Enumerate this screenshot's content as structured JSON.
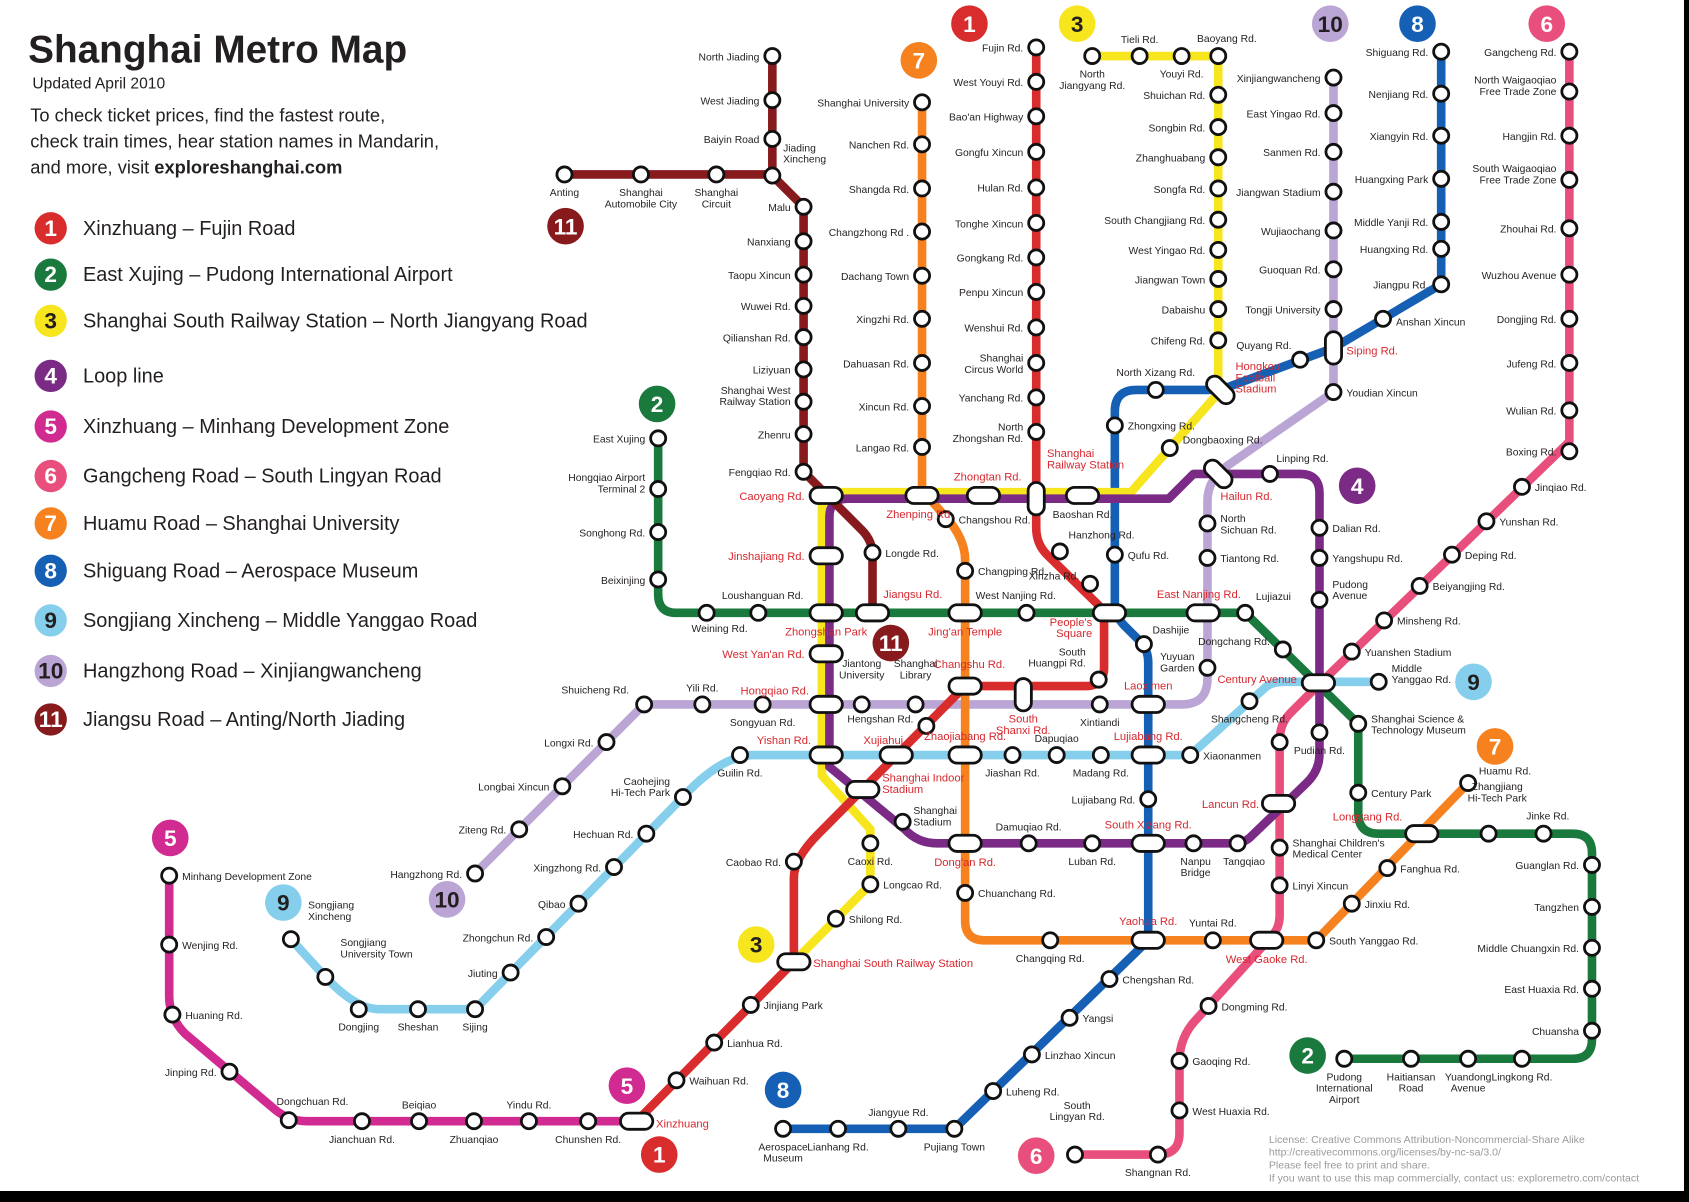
{
  "header": {
    "title": "Shanghai Metro Map",
    "updated": "Updated April 2010",
    "intro": [
      "To check ticket prices, find the fastest route,",
      "check train times, hear station names in Mandarin,",
      "and more, visit "
    ],
    "site": "exploreshanghai.com"
  },
  "colors": {
    "l1": "#d92d2d",
    "l2": "#1a7a3e",
    "l3": "#f7e51e",
    "l4": "#7b2b86",
    "l5": "#d12a91",
    "l6": "#e94f7c",
    "l7": "#f5821f",
    "l8": "#1560b5",
    "l9": "#86cfec",
    "l10": "#bba5d5",
    "l11": "#861a1c"
  },
  "legend": [
    {
      "num": "1",
      "label": "Xinzhuang – Fujin Road",
      "color": "#d92d2d",
      "text_color": "#ffffff"
    },
    {
      "num": "2",
      "label": "East Xujing – Pudong International Airport",
      "color": "#1a7a3e",
      "text_color": "#ffffff"
    },
    {
      "num": "3",
      "label": "Shanghai South Railway Station – North Jiangyang Road",
      "color": "#f7e51e",
      "text_color": "#231f20"
    },
    {
      "num": "4",
      "label": "Loop line",
      "color": "#7b2b86",
      "text_color": "#ffffff"
    },
    {
      "num": "5",
      "label": "Xinzhuang – Minhang Development Zone",
      "color": "#d12a91",
      "text_color": "#ffffff"
    },
    {
      "num": "6",
      "label": "Gangcheng Road – South Lingyan Road",
      "color": "#e94f7c",
      "text_color": "#ffffff"
    },
    {
      "num": "7",
      "label": "Huamu Road – Shanghai University",
      "color": "#f5821f",
      "text_color": "#ffffff"
    },
    {
      "num": "8",
      "label": "Shiguang Road – Aerospace Museum",
      "color": "#1560b5",
      "text_color": "#ffffff"
    },
    {
      "num": "9",
      "label": "Songjiang Xincheng – Middle Yanggao Road",
      "color": "#86cfec",
      "text_color": "#231f20"
    },
    {
      "num": "10",
      "label": "Hangzhong Road – Xinjiangwancheng",
      "color": "#bba5d5",
      "text_color": "#231f20"
    },
    {
      "num": "11",
      "label": "Jiangsu Road – Anting/North Jiading",
      "color": "#861a1c",
      "text_color": "#ffffff"
    }
  ],
  "badges": [
    {
      "num": "1",
      "color": "#d92d2d",
      "text_color": "#ffffff"
    },
    {
      "num": "3",
      "color": "#f7e51e",
      "text_color": "#231f20"
    },
    {
      "num": "10",
      "color": "#bba5d5",
      "text_color": "#231f20"
    },
    {
      "num": "8",
      "color": "#1560b5",
      "text_color": "#ffffff"
    },
    {
      "num": "6",
      "color": "#e94f7c",
      "text_color": "#ffffff"
    },
    {
      "num": "7",
      "color": "#f5821f",
      "text_color": "#ffffff"
    },
    {
      "num": "11",
      "color": "#861a1c",
      "text_color": "#ffffff"
    },
    {
      "num": "2",
      "color": "#1a7a3e",
      "text_color": "#ffffff"
    },
    {
      "num": "11",
      "color": "#861a1c",
      "text_color": "#ffffff"
    },
    {
      "num": "4",
      "color": "#7b2b86",
      "text_color": "#ffffff"
    },
    {
      "num": "9",
      "color": "#86cfec",
      "text_color": "#231f20"
    },
    {
      "num": "7",
      "color": "#f5821f",
      "text_color": "#ffffff"
    },
    {
      "num": "10",
      "color": "#bba5d5",
      "text_color": "#231f20"
    },
    {
      "num": "9",
      "color": "#86cfec",
      "text_color": "#231f20"
    },
    {
      "num": "5",
      "color": "#d12a91",
      "text_color": "#ffffff"
    },
    {
      "num": "3",
      "color": "#f7e51e",
      "text_color": "#231f20"
    },
    {
      "num": "5",
      "color": "#d12a91",
      "text_color": "#ffffff"
    },
    {
      "num": "1",
      "color": "#d92d2d",
      "text_color": "#ffffff"
    },
    {
      "num": "8",
      "color": "#1560b5",
      "text_color": "#ffffff"
    },
    {
      "num": "2",
      "color": "#1a7a3e",
      "text_color": "#ffffff"
    },
    {
      "num": "6",
      "color": "#e94f7c",
      "text_color": "#ffffff"
    }
  ],
  "stations": {
    "l1": [
      "Fujin Rd.",
      "West Youyi Rd.",
      "Bao'an Highway",
      "Gongfu Xincun",
      "Hulan Rd.",
      "Tonghe Xincun",
      "Gongkang Rd.",
      "Penpu Xincun",
      "Wenshui Rd.",
      "Shanghai\nCircus World",
      "Yanchang Rd.",
      "North\nZhongshan Rd.",
      "Hanzhong Rd.",
      "Xinzha Rd.",
      "South\nHuangpi Rd.",
      "Hengshan Rd.",
      "Caobao Rd.",
      "Jinjiang Park",
      "Lianhua Rd.",
      "Waihuan Rd."
    ],
    "l2": [
      "East Xujing",
      "Hongqiao Airport\nTerminal 2",
      "Songhong Rd.",
      "Beixinjing",
      "Weining Rd.",
      "Loushanguan Rd.",
      "West Nanjing Rd.",
      "Lujiazui",
      "Dongchang Rd.",
      "Shanghai Science &\nTechnology Museum",
      "Century Park",
      "Zhangjiang\nHi-Tech Park",
      "Jinke Rd.",
      "Guanglan Rd.",
      "Tangzhen",
      "Middle Chuangxin Rd.",
      "East Huaxia Rd.",
      "Chuansha",
      "Lingkong Rd.",
      "Yuandong\nAvenue",
      "Haitiansan\nRoad",
      "Pudong\nInternational\nAirport"
    ],
    "l3": [
      "North\nJiangyang Rd.",
      "Tieli Rd.",
      "Youyi Rd.",
      "Baoyang Rd.",
      "Shuichan Rd.",
      "Songbin Rd.",
      "Zhanghuabang",
      "Songfa Rd.",
      "South Changjiang Rd.",
      "West Yingao Rd.",
      "Jiangwan Town",
      "Dabaishu",
      "Chifeng Rd.",
      "Dongbaoxing Rd.",
      "Baoshan Rd.",
      "Caoxi Rd.",
      "Longcao Rd.",
      "Shilong Rd."
    ],
    "l4": [
      "Linping Rd.",
      "Dalian Rd.",
      "Yangshupu Rd.",
      "Pudong\nAvenue",
      "Pudian Rd.",
      "Tangqiao",
      "Nanpu\nBridge",
      "Luban Rd.",
      "Damuqiao Rd.",
      "Shanghai\nStadium"
    ],
    "l5": [
      "Minhang Development Zone",
      "Wenjing Rd.",
      "Huaning Rd.",
      "Jinping Rd.",
      "Dongchuan Rd.",
      "Jianchuan Rd.",
      "Beiqiao",
      "Zhuanqiao",
      "Yindu Rd.",
      "Chunshen Rd."
    ],
    "l6": [
      "Gangcheng Rd.",
      "North Waigaoqiao\nFree Trade Zone",
      "Hangjin Rd.",
      "South Waigaoqiao\nFree Trade Zone",
      "Zhouhai Rd.",
      "Wuzhou Avenue",
      "Dongjing Rd.",
      "Jufeng Rd.",
      "Wulian Rd.",
      "Boxing Rd.",
      "Jinqiao Rd.",
      "Yunshan Rd.",
      "Deping Rd.",
      "Beiyangjing Rd.",
      "Minsheng Rd.",
      "Yuanshen Stadium",
      "Shanghai Children's\nMedical Center",
      "Linyi Xincun",
      "Dongming Rd.",
      "Gaoqing Rd.",
      "West Huaxia Rd.",
      "Shangnan Rd.",
      "South\nLingyan Rd."
    ],
    "l7": [
      "Shanghai University",
      "Nanchen Rd.",
      "Shangda Rd.",
      "Changzhong Rd .",
      "Dachang Town",
      "Xingzhi Rd.",
      "Dahuasan Rd.",
      "Xincun Rd.",
      "Langao Rd.",
      "Changshou Rd.",
      "Changping Rd.",
      "Chuanchang Rd.",
      "Changqing Rd.",
      "Yuntai Rd.",
      "South Yanggao Rd.",
      "Jinxiu Rd.",
      "Fanghua Rd.",
      "Huamu Rd."
    ],
    "l8": [
      "Shiguang Rd.",
      "Nenjiang Rd.",
      "Xiangyin Rd.",
      "Huangxing Park",
      "Middle Yanji Rd.",
      "Huangxing Rd.",
      "Jiangpu Rd.",
      "Anshan Xincun",
      "Quyang Rd.",
      "North Xizang Rd.",
      "Zhongxing Rd.",
      "Qufu Rd.",
      "Dashijie",
      "Lujiabang Rd.",
      "Chengshan Rd.",
      "Yangsi",
      "Linzhao Xincun",
      "Luheng Rd.",
      "Pujiang Town",
      "Jiangyue Rd.",
      "Lianhang Rd.",
      "Aerospace\nMuseum"
    ],
    "l9": [
      "Songjiang\nXincheng",
      "Songjiang\nUniversity Town",
      "Dongjing",
      "Sheshan",
      "Sijing",
      "Jiuting",
      "Zhongchun Rd.",
      "Qibao",
      "Xingzhong Rd.",
      "Hechuan Rd.",
      "Caohejing\nHi-Tech Park",
      "Guilin Rd.",
      "Jiashan Rd.",
      "Dapuqiao",
      "Madang Rd.",
      "Xiaonanmen",
      "Shangcheng Rd.",
      "Middle\nYanggao Rd."
    ],
    "l10": [
      "Xinjiangwancheng",
      "East Yingao Rd.",
      "Sanmen Rd.",
      "Jiangwan Stadium",
      "Wujiaochang",
      "Guoquan Rd.",
      "Tongji University",
      "Youdian Xincun",
      "North\nSichuan Rd.",
      "Tiantong Rd.",
      "Yuyuan\nGarden",
      "Xintiandi",
      "Shanghai\nLibrary",
      "Jiantong\nUniversity",
      "Songyuan Rd.",
      "Yili Rd.",
      "Shuicheng Rd.",
      "Longxi Rd.",
      "Longbai Xincun",
      "Ziteng Rd.",
      "Hangzhong Rd."
    ],
    "l11": [
      "North Jiading",
      "West Jiading",
      "Baiyin Road",
      "Jiading\nXincheng",
      "Malu",
      "Nanxiang",
      "Taopu Xincun",
      "Wuwei Rd.",
      "Qilianshan Rd.",
      "Liziyuan",
      "Shanghai West\nRailway Station",
      "Zhenru",
      "Fengqiao Rd.",
      "Longde Rd.",
      "Shanghai\nCircuit",
      "Shanghai\nAutomobile City",
      "Anting"
    ],
    "transfers": [
      "Shanghai\nRailway Station",
      "People's\nSquare",
      "South\nShanxi Rd.",
      "Changshu Rd.",
      "Xujiahui",
      "Shanghai Indoor\nStadium",
      "Shanghai South Railway Station",
      "Xinzhuang",
      "Zhongshan Park",
      "Jiangsu Rd.",
      "Jing'an Temple",
      "East Nanjing Rd.",
      "Century Avenue",
      "Longyang Rd.",
      "Caoyang Rd.",
      "Zhenping Rd.",
      "Zhongtan Rd.",
      "Jinshajiang Rd.",
      "West Yan'an Rd.",
      "Hongqiao Rd.",
      "Yishan Rd.",
      "Zhaojiabang Rd.",
      "Lujiabang Rd.",
      "Laoximen",
      "Hailun Rd.",
      "Hongkou\nFootball\nStadium",
      "Siping Rd.",
      "Dong'an Rd.",
      "South Xizang Rd.",
      "Lancun Rd.",
      "Yaohua Rd.",
      "West Gaoke Rd."
    ]
  },
  "license": [
    "License: Creative Commons Attribution-Noncommercial-Share Alike",
    "http://creativecommons.org/licenses/by-nc-sa/3.0/",
    "Please feel free to print and share.",
    "If you want to use this map commercially, contact us: exploremetro.com/contact"
  ]
}
